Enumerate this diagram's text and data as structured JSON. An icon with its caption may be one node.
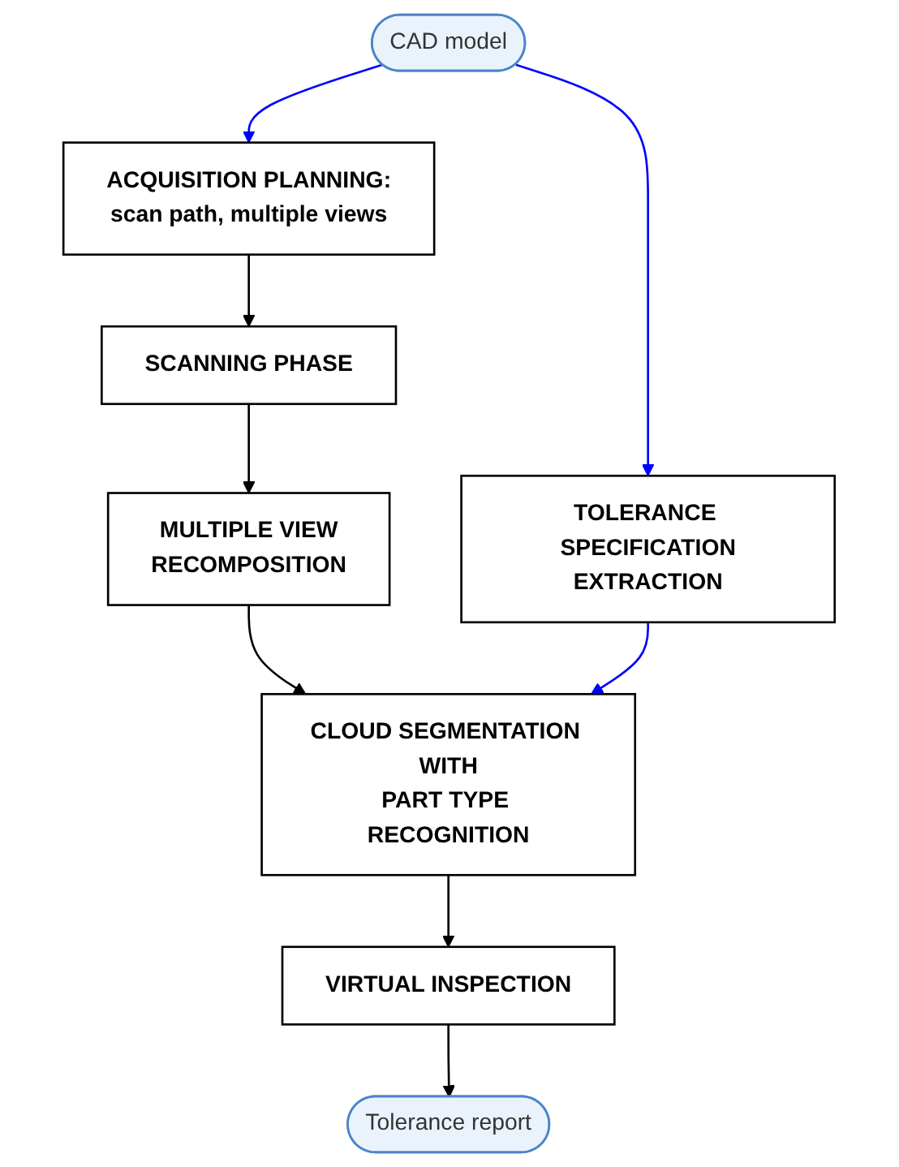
{
  "diagram": {
    "nodes": [
      {
        "text": [
          "CAD model"
        ]
      },
      {
        "text": [
          "ACQUISITION PLANNING:",
          "scan path, multiple views"
        ]
      },
      {
        "text": [
          "TOLERANCE SPECIFICATION EXTRACTION"
        ]
      },
      {
        "text": [
          "SCANNING PHASE"
        ]
      },
      {
        "text": [
          "MULTIPLE VIEW RECOMPOSITION"
        ]
      },
      {
        "text": [
          "CLOUD SEGMENTATION WITH PART TYPE RECOGNITION"
        ]
      },
      {
        "text": [
          "VIRTUAL INSPECTION"
        ]
      },
      {
        "text": [
          "Tolerance report"
        ]
      }
    ],
    "edges": [
      {
        "from": 0,
        "to": 1,
        "arrow": "to",
        "color": "#0000ff"
      },
      {
        "from": 0,
        "to": 2,
        "arrow": "to",
        "color": "#0000ff"
      },
      {
        "from": 1,
        "to": 3,
        "arrow": "to"
      },
      {
        "from": 3,
        "to": 4,
        "arrow": "to"
      },
      {
        "from": 4,
        "to": 5,
        "arrow": "to"
      },
      {
        "from": 2,
        "to": 5,
        "arrow": "to",
        "color": "#0000ff"
      },
      {
        "from": 5,
        "to": 6,
        "arrow": "to"
      },
      {
        "from": 6,
        "to": 7,
        "arrow": "to"
      }
    ]
  }
}
